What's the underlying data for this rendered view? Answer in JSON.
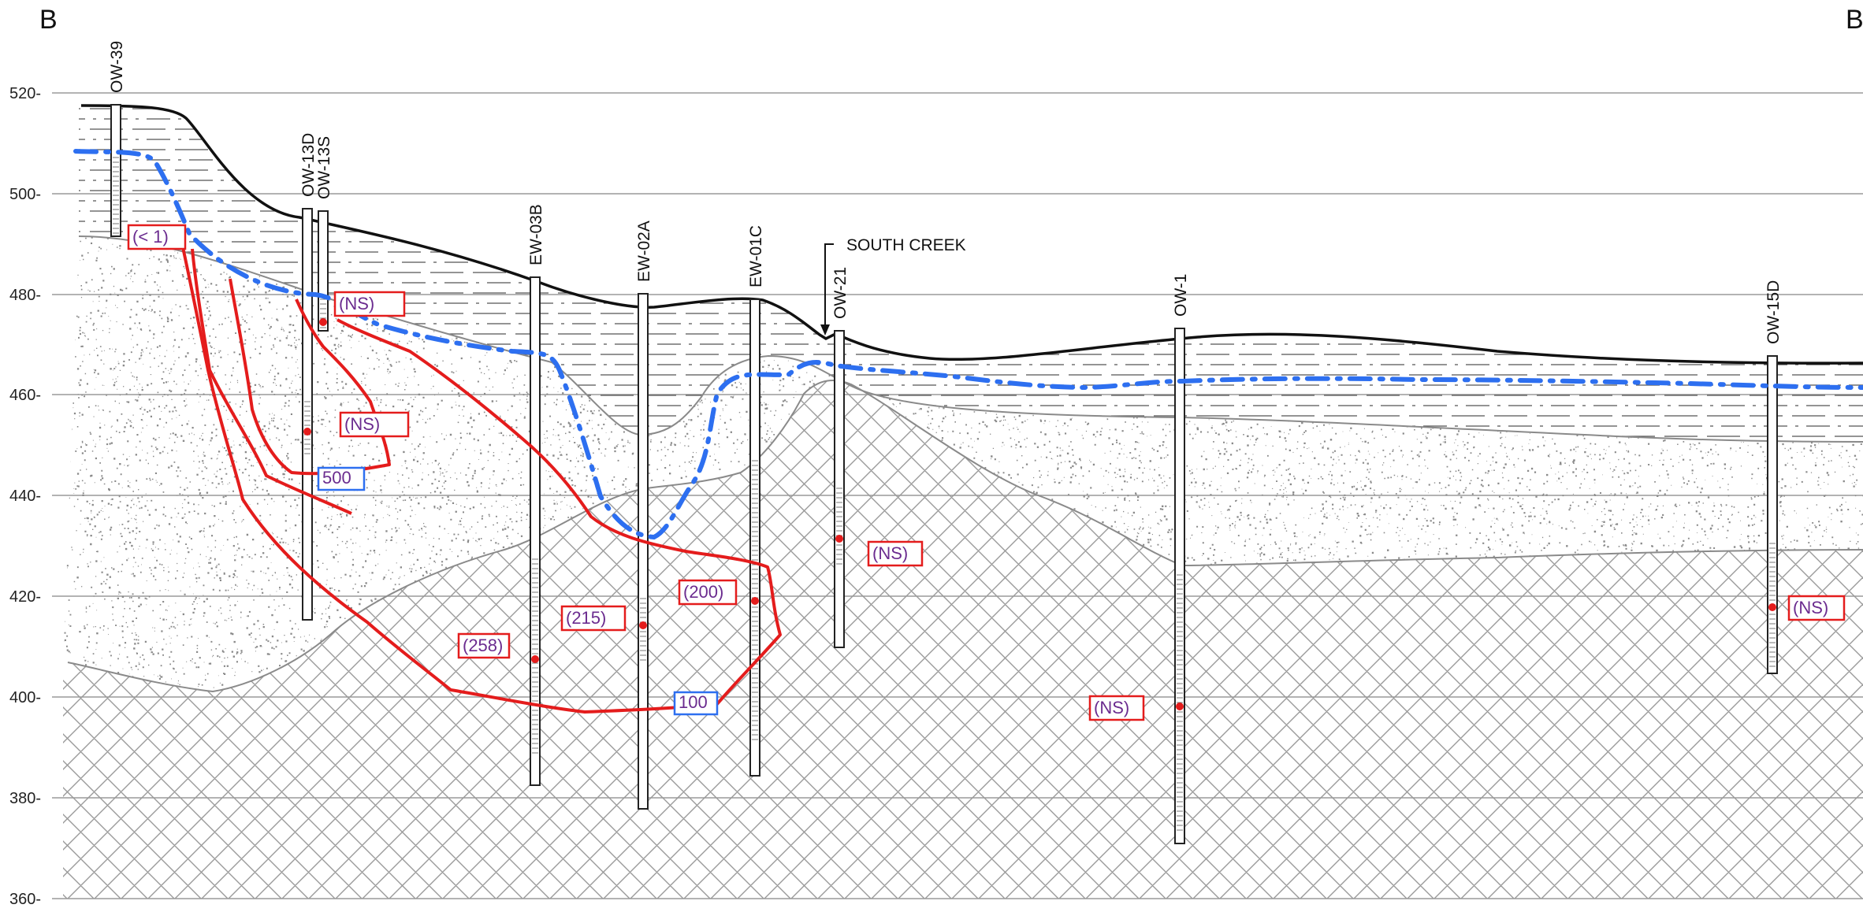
{
  "section": {
    "left_label": "B",
    "right_label": "B"
  },
  "elevation_axis": {
    "ticks": [
      "520-",
      "500-",
      "480-",
      "460-",
      "440-",
      "420-",
      "400-",
      "380-",
      "360-"
    ]
  },
  "annotation": {
    "creek_label": "SOUTH CREEK"
  },
  "wells": [
    {
      "id": "ow39",
      "label": "OW-39"
    },
    {
      "id": "ow13d",
      "label": "OW-13D"
    },
    {
      "id": "ow13s",
      "label": "OW-13S"
    },
    {
      "id": "ew03b",
      "label": "EW-03B"
    },
    {
      "id": "ew02a",
      "label": "EW-02A"
    },
    {
      "id": "ew01c",
      "label": "EW-01C"
    },
    {
      "id": "ow21",
      "label": "OW-21"
    },
    {
      "id": "ow1",
      "label": "OW-1"
    },
    {
      "id": "ow15d",
      "label": "OW-15D"
    }
  ],
  "concentration_labels": [
    {
      "text": "(< 1)",
      "style": "red"
    },
    {
      "text": "(NS)",
      "style": "red"
    },
    {
      "text": "(NS)",
      "style": "red"
    },
    {
      "text": "500",
      "style": "blue"
    },
    {
      "text": "(258)",
      "style": "red"
    },
    {
      "text": "(215)",
      "style": "red"
    },
    {
      "text": "(200)",
      "style": "red"
    },
    {
      "text": "100",
      "style": "blue"
    },
    {
      "text": "(NS)",
      "style": "red"
    },
    {
      "text": "(NS)",
      "style": "red"
    },
    {
      "text": "(NS)",
      "style": "red"
    }
  ],
  "colors": {
    "ground_surface": "#111111",
    "water_table": "#2d6ff0",
    "plume_contour": "#e41c1c",
    "label_text": "#6b2c8f",
    "sand_dot": "#8a8a8a",
    "bedrock_hatch": "#9a9a9a",
    "grid": "#9a9a9a"
  }
}
